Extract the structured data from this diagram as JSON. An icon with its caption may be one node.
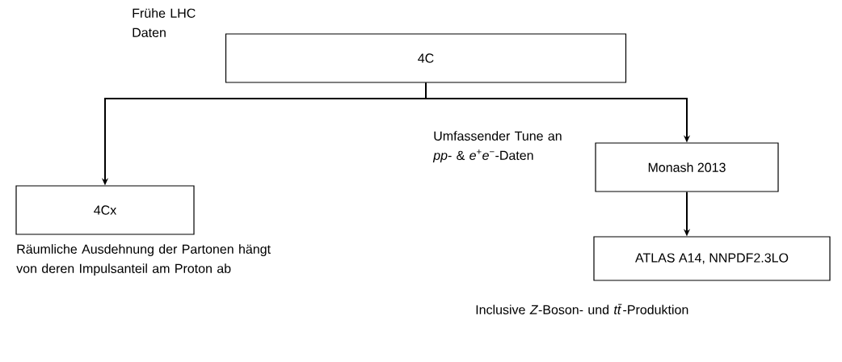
{
  "diagram": {
    "nodes": [
      {
        "text": [
          "4C"
        ],
        "beside": [
          "Frühe LHC Daten"
        ]
      },
      {
        "text": [
          "4Cx"
        ],
        "beside": [
          "Räumliche Ausdehnung der Partonen hängt von deren Impulsanteil am Proton ab"
        ]
      },
      {
        "text": [
          "Monash 2013"
        ],
        "beside": [
          "Umfassender Tune an *pp*- & *e*$^{+}$*e*$^{−}$-Daten"
        ]
      },
      {
        "text": [
          "ATLAS A14, NNPDF2.3LO"
        ],
        "beside": [
          "Inclusive *Z*-Boson- und *tt̄*-Produktion"
        ]
      }
    ],
    "edges": [
      {
        "from": 0,
        "to": 1,
        "arrow": "to"
      },
      {
        "from": 0,
        "to": 2,
        "arrow": "to"
      },
      {
        "from": 2,
        "to": 3,
        "arrow": "to"
      }
    ]
  }
}
